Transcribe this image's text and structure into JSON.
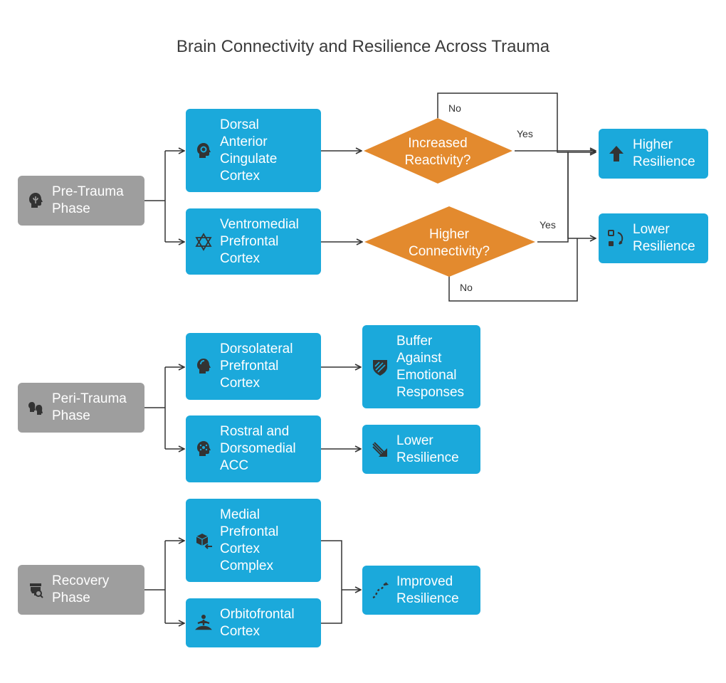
{
  "title": "Brain Connectivity and Resilience Across Trauma",
  "phases": {
    "pre": "Pre-Trauma\nPhase",
    "peri": "Peri-Trauma\nPhase",
    "recovery": "Recovery\nPhase"
  },
  "regions": {
    "dacc": "Dorsal\nAnterior\nCingulate\nCortex",
    "vmpfc": "Ventromedial\nPrefrontal\nCortex",
    "dlpfc": "Dorsolateral\nPrefrontal\nCortex",
    "rdacc": "Rostral and\nDorsomedial\nACC",
    "mpfc": "Medial\nPrefrontal\nCortex\nComplex",
    "ofc": "Orbitofrontal\nCortex"
  },
  "decisions": {
    "reactivity": [
      "Increased",
      "Reactivity?"
    ],
    "connectivity": [
      "Higher",
      "Connectivity?"
    ]
  },
  "outcomes": {
    "higher": "Higher\nResilience",
    "lower_top": "Lower\nResilience",
    "buffer": "Buffer\nAgainst\nEmotional\nResponses",
    "lower_peri": "Lower\nResilience",
    "improved": "Improved\nResilience"
  },
  "edge_labels": {
    "react_no": "No",
    "react_yes": "Yes",
    "conn_yes": "Yes",
    "conn_no": "No"
  },
  "colors": {
    "phase": "#9e9e9e",
    "node": "#1ba9db",
    "decision": "#e38a2e",
    "line": "#333333"
  },
  "icons": {
    "pre": "head-brain-icon",
    "peri": "two-heads-icon",
    "recovery": "head-magnify-icon",
    "dacc": "head-gear-icon",
    "vmpfc": "star-of-david-icon",
    "dlpfc": "head-profile-icon",
    "rdacc": "head-network-icon",
    "mpfc": "cube-arrow-icon",
    "ofc": "meditation-icon",
    "higher": "arrow-up-icon",
    "lower_top": "list-arrow-icon",
    "buffer": "shield-icon",
    "lower_peri": "arrow-down-right-icon",
    "improved": "dotted-path-icon"
  }
}
